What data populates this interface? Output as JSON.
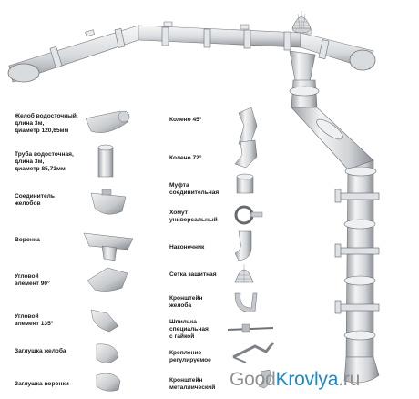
{
  "parts_left": [
    {
      "label": "Желоб водосточный,\nдлина 3м,\nдиаметр 120,65мм",
      "icon": "gutter-piece-icon"
    },
    {
      "label": "Труба водосточная,\nдлина 3м,\nдиаметр 85,73мм",
      "icon": "pipe-piece-icon"
    },
    {
      "label": "Соединитель\nжелобов",
      "icon": "gutter-connector-icon"
    },
    {
      "label": "Воронка",
      "icon": "funnel-icon"
    },
    {
      "label": "Угловой\nэлемент 90°",
      "icon": "corner-90-icon"
    },
    {
      "label": "Угловой\nэлемент 135°",
      "icon": "corner-135-icon"
    },
    {
      "label": "Заглушка желоба",
      "icon": "gutter-cap-icon"
    },
    {
      "label": "Заглушка воронки",
      "icon": "funnel-cap-icon"
    }
  ],
  "parts_right": [
    {
      "label": "Колено 45°",
      "icon": "elbow-45-icon"
    },
    {
      "label": "Колено 72°",
      "icon": "elbow-72-icon"
    },
    {
      "label": "Муфта\nсоединительная",
      "icon": "coupling-icon"
    },
    {
      "label": "Хомут\nуниверсальный",
      "icon": "clamp-icon"
    },
    {
      "label": "Наконечник",
      "icon": "outlet-tip-icon"
    },
    {
      "label": "Сетка защитная",
      "icon": "leaf-guard-icon"
    },
    {
      "label": "Кронштейн\nжелоба",
      "icon": "gutter-bracket-icon"
    },
    {
      "label": "Шпилька\nспециальная\nс гайкой",
      "icon": "stud-bolt-icon"
    },
    {
      "label": "Крепление\nрегулируемое",
      "icon": "adjustable-mount-icon"
    },
    {
      "label": "Кронштейн\nметаллический",
      "icon": "metal-bracket-icon"
    }
  ],
  "watermark": {
    "part1": "Good",
    "part2": "Krovlya",
    "part3": ".ru"
  },
  "colors": {
    "metal_light": "#eef0f2",
    "metal_mid": "#c9ccd0",
    "metal_dark": "#7f8388",
    "watermark_accent": "#1b88c9"
  }
}
